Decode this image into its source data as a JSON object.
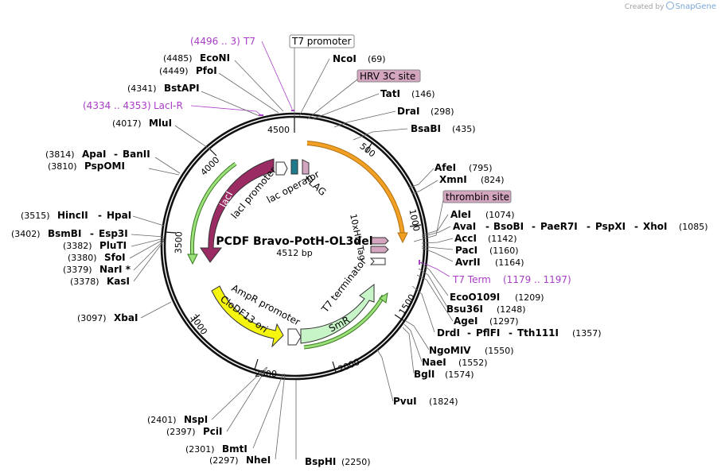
{
  "branding": {
    "created_by": "Created by",
    "app": "SnapGene"
  },
  "plasmid": {
    "name": "PCDF Bravo-PotH-OL3del",
    "length": "4512 bp"
  },
  "ticks": [
    "4500",
    "500",
    "1000",
    "1500",
    "2000",
    "2500",
    "3000",
    "3500",
    "4000"
  ],
  "boxed_labels": {
    "t7_promoter": "T7 promoter",
    "hrv": "HRV 3C site",
    "thrombin": "thrombin site"
  },
  "features": {
    "t7_pos": "(4496 .. 3)",
    "t7": "T7",
    "laci_r_pos": "(4334 .. 4353)",
    "laci_r": "LacI-R",
    "t7term": "T7 Term",
    "t7term_pos": "(1179 .. 1197)",
    "laci": "lacI",
    "laci_promoter": "lacI promoter",
    "lac_operator": "lac operator",
    "flag": "FLAG",
    "his_tag": "10xHis Tag",
    "ampr_promoter": "AmpR promoter",
    "clodf13": "CloDF13 ori",
    "t7_terminator": "T7 terminator",
    "smr": "SmR"
  },
  "sites": {
    "econi": {
      "pos": "(4485)",
      "name": "EcoNI"
    },
    "pfoi": {
      "pos": "(4449)",
      "name": "PfoI"
    },
    "bstapi": {
      "pos": "(4341)",
      "name": "BstAPI"
    },
    "mlui": {
      "pos": "(4017)",
      "name": "MluI"
    },
    "apai": {
      "pos": "(3814)",
      "name": "ApaI",
      "alt": "BanII"
    },
    "pspomi": {
      "pos": "(3810)",
      "name": "PspOMI"
    },
    "hincii": {
      "pos": "(3515)",
      "name": "HincII",
      "alt": "HpaI"
    },
    "bsmbi": {
      "pos": "(3402)",
      "name": "BsmBI",
      "alt": "Esp3I"
    },
    "pluti": {
      "pos": "(3382)",
      "name": "PluTI"
    },
    "sfoi": {
      "pos": "(3380)",
      "name": "SfoI"
    },
    "nari": {
      "pos": "(3379)",
      "name": "NarI *"
    },
    "kasi": {
      "pos": "(3378)",
      "name": "KasI"
    },
    "xbai": {
      "pos": "(3097)",
      "name": "XbaI"
    },
    "nspi": {
      "pos": "(2401)",
      "name": "NspI"
    },
    "pcii": {
      "pos": "(2397)",
      "name": "PciI"
    },
    "bmti": {
      "pos": "(2301)",
      "name": "BmtI"
    },
    "nhei": {
      "pos": "(2297)",
      "name": "NheI"
    },
    "bsphi": {
      "name": "BspHI",
      "pos": "(2250)"
    },
    "ncoi": {
      "name": "NcoI",
      "pos": "(69)"
    },
    "tati": {
      "name": "TatI",
      "pos": "(146)"
    },
    "drai": {
      "name": "DraI",
      "pos": "(298)"
    },
    "bsabi": {
      "name": "BsaBI",
      "pos": "(435)"
    },
    "afei": {
      "name": "AfeI",
      "pos": "(795)"
    },
    "xmni": {
      "name": "XmnI",
      "pos": "(824)"
    },
    "alei": {
      "name": "AleI",
      "pos": "(1074)"
    },
    "avai": {
      "name": "AvaI",
      "alt1": "BsoBI",
      "alt2": "PaeR7I",
      "alt3": "PspXI",
      "alt4": "XhoI",
      "pos": "(1085)"
    },
    "acci": {
      "name": "AccI",
      "pos": "(1142)"
    },
    "paci": {
      "name": "PacI",
      "pos": "(1160)"
    },
    "avrii": {
      "name": "AvrII",
      "pos": "(1164)"
    },
    "ecoo109i": {
      "name": "EcoO109I",
      "pos": "(1209)"
    },
    "bsu36i": {
      "name": "Bsu36I",
      "pos": "(1248)"
    },
    "agei": {
      "name": "AgeI",
      "pos": "(1297)"
    },
    "drdi": {
      "name": "DrdI",
      "alt1": "PflFI",
      "alt2": "Tth111I",
      "pos": "(1357)"
    },
    "ngomiv": {
      "name": "NgoMIV",
      "pos": "(1550)"
    },
    "naei": {
      "name": "NaeI",
      "pos": "(1552)"
    },
    "bgli": {
      "name": "BglI",
      "pos": "(1574)"
    },
    "pvui": {
      "name": "PvuI",
      "pos": "(1824)"
    }
  },
  "colors": {
    "laci": "#9b2b63",
    "clodf13": "#f5f50f",
    "t7": "#a93dc8",
    "hrv": "#d4a5bf",
    "orange_orf": "#f2a024",
    "green_orf": "#9be07b",
    "smr": "#c8f5c8"
  }
}
